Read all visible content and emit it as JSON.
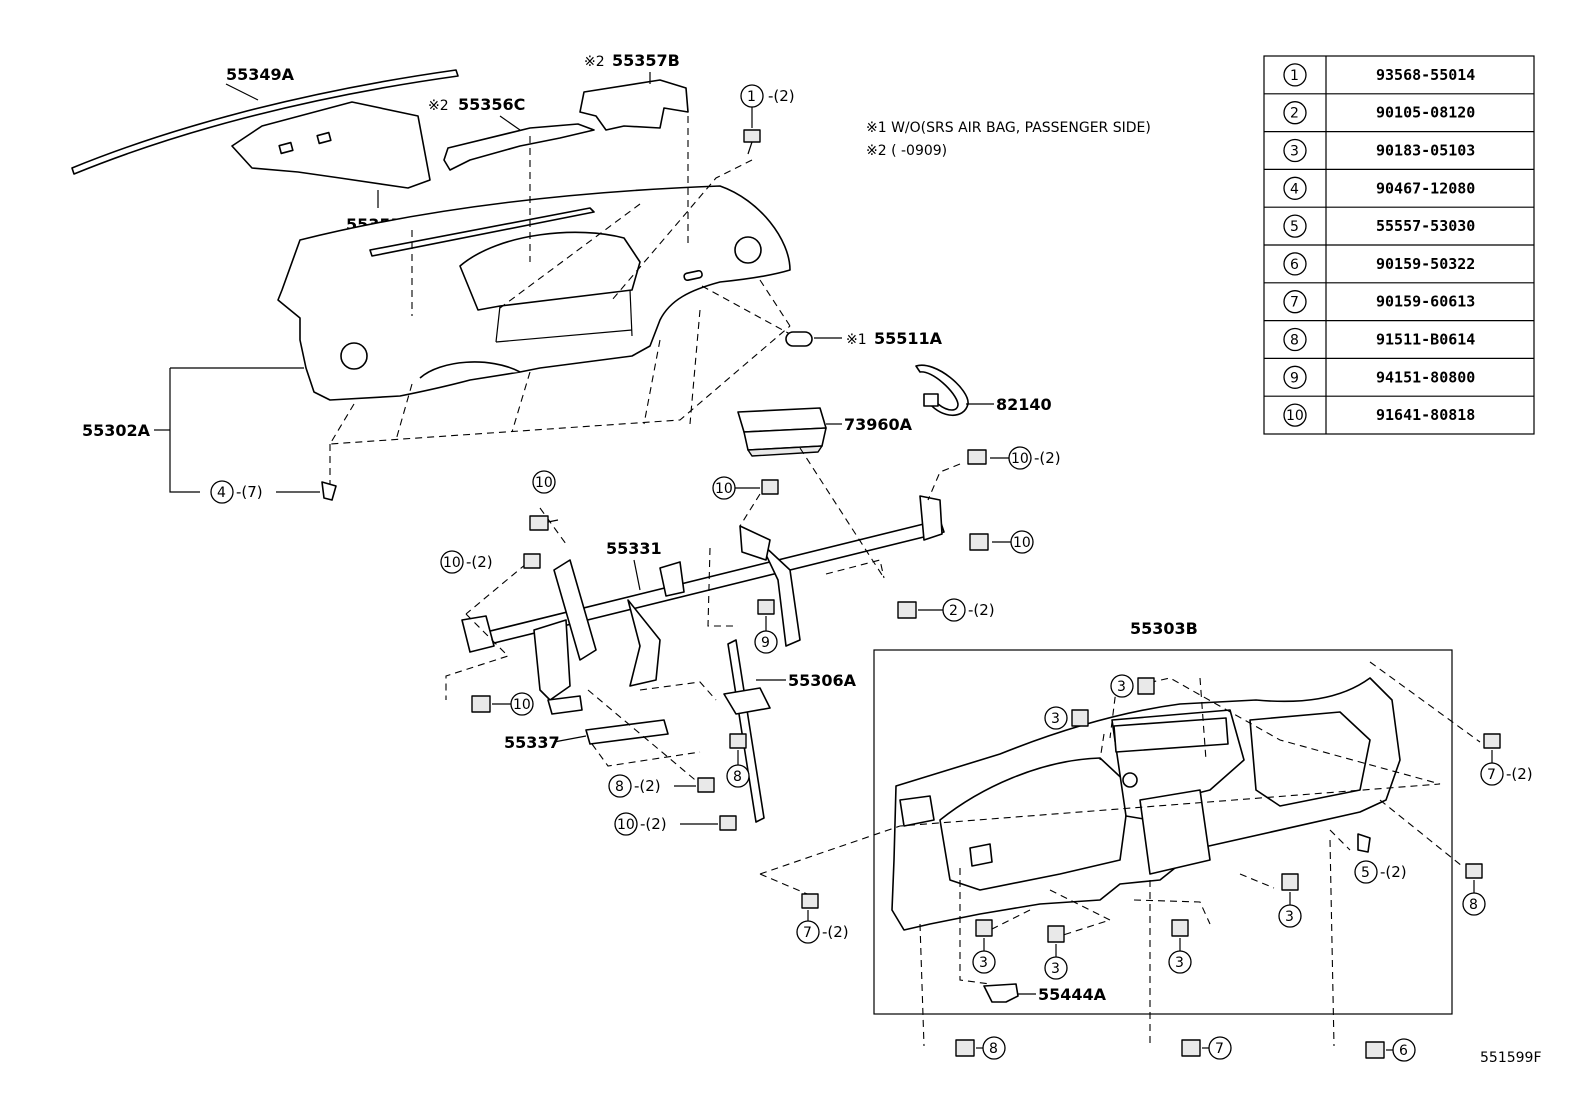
{
  "notes": {
    "note1": "※1 W/O(SRS AIR BAG, PASSENGER SIDE)",
    "note2": "※2 (        -0909)"
  },
  "labels": {
    "p55349A": "55349A",
    "p55357B": "55357B",
    "p55356C": "55356C",
    "p55355": "55355",
    "p55511A": "55511A",
    "p82140": "82140",
    "p73960A": "73960A",
    "p55302A": "55302A",
    "p55331": "55331",
    "p55306A": "55306A",
    "p55337": "55337",
    "p55303B": "55303B",
    "p55444A": "55444A",
    "mark2": "※2",
    "mark1": "※1",
    "fig_id": "551599F"
  },
  "qty": {
    "q1": "-(2)",
    "q4": "-(7)",
    "q10a": "-(2)",
    "q10b": "-(2)",
    "q2": "-(2)",
    "q8": "-(2)",
    "q10c": "-(2)",
    "q7a": "-(2)",
    "q5": "-(2)",
    "q7b": "-(2)"
  },
  "callouts": {
    "c1": "1",
    "c2": "2",
    "c3": "3",
    "c4": "4",
    "c5": "5",
    "c6": "6",
    "c7": "7",
    "c8": "8",
    "c9": "9",
    "c10": "10"
  },
  "parts_table": [
    {
      "ref": "1",
      "code": "93568-55014"
    },
    {
      "ref": "2",
      "code": "90105-08120"
    },
    {
      "ref": "3",
      "code": "90183-05103"
    },
    {
      "ref": "4",
      "code": "90467-12080"
    },
    {
      "ref": "5",
      "code": "55557-53030"
    },
    {
      "ref": "6",
      "code": "90159-50322"
    },
    {
      "ref": "7",
      "code": "90159-60613"
    },
    {
      "ref": "8",
      "code": "91511-B0614"
    },
    {
      "ref": "9",
      "code": "94151-80800"
    },
    {
      "ref": "10",
      "code": "91641-80818"
    }
  ]
}
